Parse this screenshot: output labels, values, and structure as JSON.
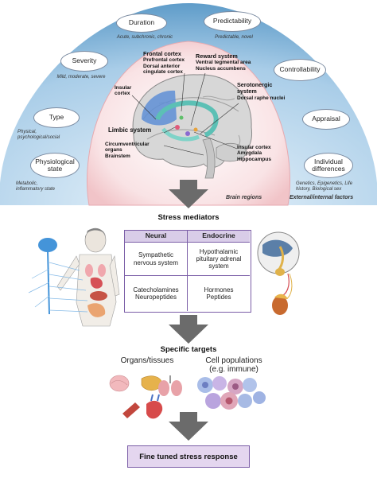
{
  "external_factors": [
    {
      "label": "Duration",
      "sub": "Acute, subchronic, chronic"
    },
    {
      "label": "Predictability",
      "sub": "Predictable, novel"
    },
    {
      "label": "Severity",
      "sub": "Mild, moderate, severe"
    },
    {
      "label": "Controllability",
      "sub": ""
    },
    {
      "label": "Type",
      "sub": "Physical,\npsychological/social"
    },
    {
      "label": "Appraisal",
      "sub": ""
    },
    {
      "label": "Physiological\nstate",
      "sub": "Metabolic,\ninflammatory state"
    },
    {
      "label": "Individual\ndifferences",
      "sub": "Genetics, Epigenetics, Life\nhistory, Biological sex"
    }
  ],
  "brain_labels": {
    "frontal_title": "Frontal cortex",
    "frontal_items": "Prefrontal cortex\nDorsal anterior\ncingulate cortex",
    "reward_title": "Reward system",
    "reward_items": "Ventral tegmental area\nNucleus accumbens",
    "insular_left": "Insular\ncortex",
    "serotonergic_title": "Serotonergic\nsystem",
    "serotonergic_items": "Dorsal raphe nuclei",
    "limbic": "Limbic system",
    "circumventricular": "Circumventricular\norgans\nBrainstem",
    "right_items": "Insular cortex\nAmygdala\nHippocampus"
  },
  "region_captions": {
    "brain": "Brain regions",
    "external": "External/internal factors"
  },
  "mediators": {
    "title": "Stress mediators",
    "headers": [
      "Neural",
      "Endocrine"
    ],
    "rows": [
      [
        "Sympathetic\nnervous system",
        "Hypothalamic\npituitary adrenal\nsystem"
      ],
      [
        "Catecholamines\nNeuropeptides",
        "Hormones\nPeptides"
      ]
    ]
  },
  "targets": {
    "title": "Specific targets",
    "organs": "Organs/tissues",
    "cells": "Cell populations\n(e.g. immune)"
  },
  "final": "Fine tuned stress response",
  "colors": {
    "outer_arc": "#7fb3d5",
    "inner_circle": "#f7d9dc",
    "table_border": "#7b5ea7",
    "table_header": "#d9cde8",
    "arrow": "#6b6b6b",
    "final_fill": "#e4d6ef"
  }
}
